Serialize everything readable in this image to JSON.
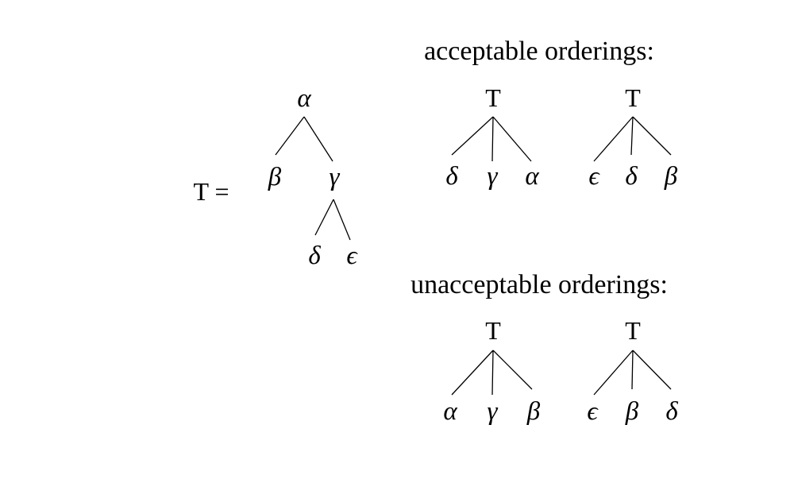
{
  "main_tree": {
    "prefix": "T =",
    "root": "α",
    "left_child": "β",
    "right_child": "γ",
    "grandchildren": [
      "δ",
      "ϵ"
    ]
  },
  "acceptable": {
    "heading": "acceptable orderings:",
    "trees": [
      {
        "root": "T",
        "leaves": [
          "δ",
          "γ",
          "α"
        ]
      },
      {
        "root": "T",
        "leaves": [
          "ϵ",
          "δ",
          "β"
        ]
      }
    ]
  },
  "unacceptable": {
    "heading": "unacceptable orderings:",
    "trees": [
      {
        "root": "T",
        "leaves": [
          "α",
          "γ",
          "β"
        ]
      },
      {
        "root": "T",
        "leaves": [
          "ϵ",
          "β",
          "δ"
        ]
      }
    ]
  }
}
